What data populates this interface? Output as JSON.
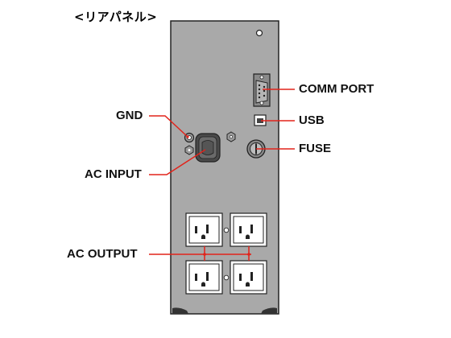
{
  "title": "<リアパネル>",
  "labels": {
    "comm_port": "COMM PORT",
    "usb": "USB",
    "fuse": "FUSE",
    "gnd": "GND",
    "ac_input": "AC INPUT",
    "ac_output": "AC OUTPUT"
  },
  "colors": {
    "panel": "#a9a9a9",
    "outline": "#222222",
    "leader": "#e2231a"
  }
}
